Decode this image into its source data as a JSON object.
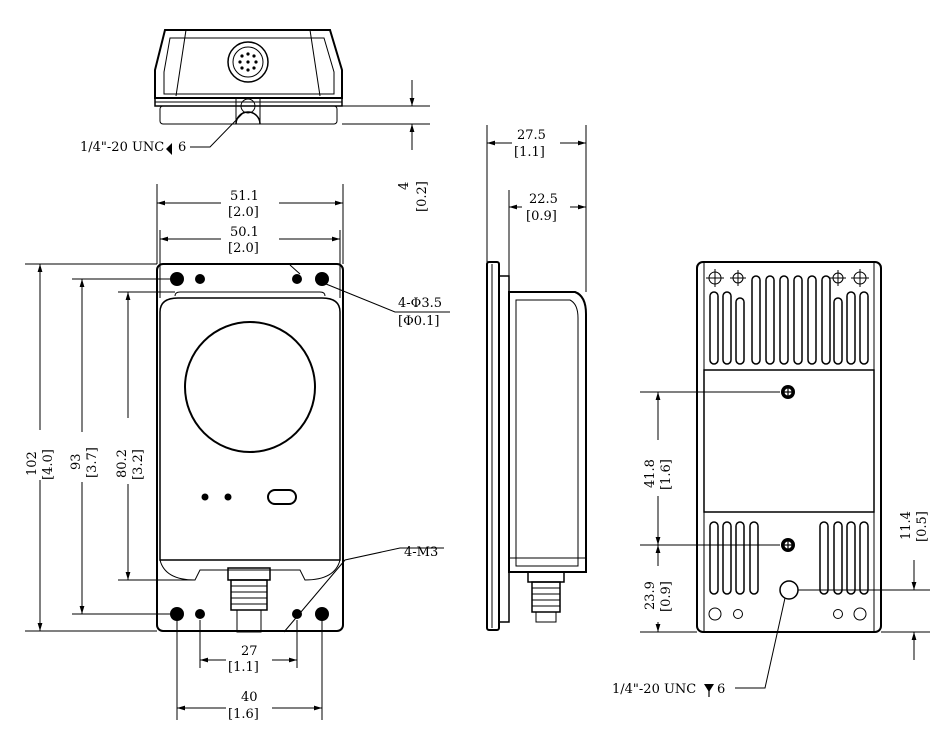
{
  "top_view": {
    "thread_callout": "1/4\"-20 UNC",
    "thread_depth": "6",
    "height_mm": "4",
    "height_in": "[0.2]"
  },
  "front_view": {
    "width_outer_mm": "51.1",
    "width_outer_in": "[2.0]",
    "width_inner_mm": "50.1",
    "width_inner_in": "[2.0]",
    "hole_callout_1": "4-Φ3.5",
    "hole_callout_2": "[Φ0.1]",
    "height_total_mm": "102",
    "height_total_in": "[4.0]",
    "height_holes_mm": "93",
    "height_holes_in": "[3.7]",
    "height_body_mm": "80.2",
    "height_body_in": "[3.2]",
    "thread_callout": "4-M3",
    "spacing_inner_mm": "27",
    "spacing_inner_in": "[1.1]",
    "spacing_outer_mm": "40",
    "spacing_outer_in": "[1.6]"
  },
  "side_view": {
    "depth_total_mm": "27.5",
    "depth_total_in": "[1.1]",
    "depth_body_mm": "22.5",
    "depth_body_in": "[0.9]"
  },
  "back_view": {
    "dim_upper_mm": "41.8",
    "dim_upper_in": "[1.6]",
    "dim_lower_mm": "23.9",
    "dim_lower_in": "[0.9]",
    "dim_right_mm": "11.4",
    "dim_right_in": "[0.5]",
    "thread_callout": "1/4\"-20 UNC",
    "thread_depth": "6"
  }
}
